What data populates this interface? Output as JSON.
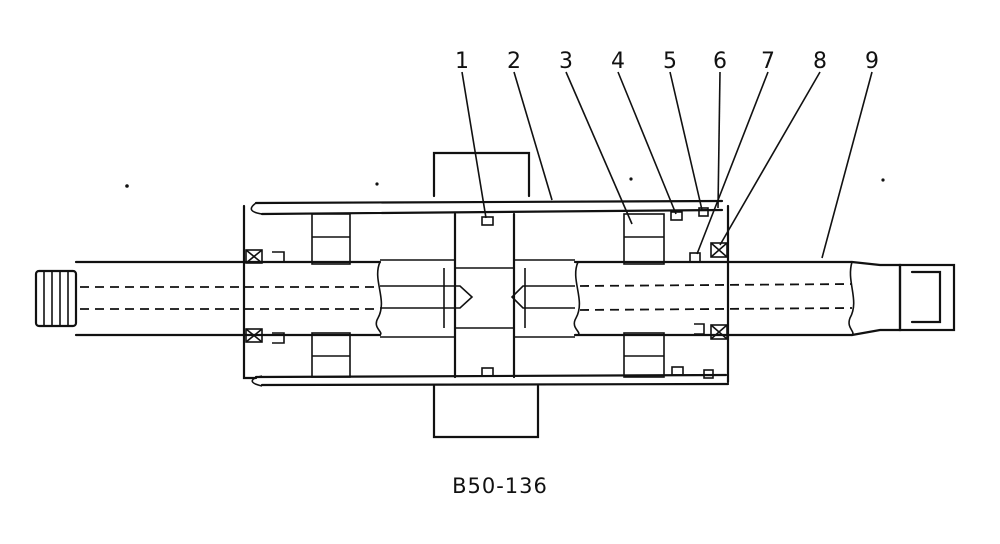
{
  "callouts": [
    "1",
    "2",
    "3",
    "4",
    "5",
    "6",
    "7",
    "8",
    "9"
  ],
  "caption": "B50-136"
}
